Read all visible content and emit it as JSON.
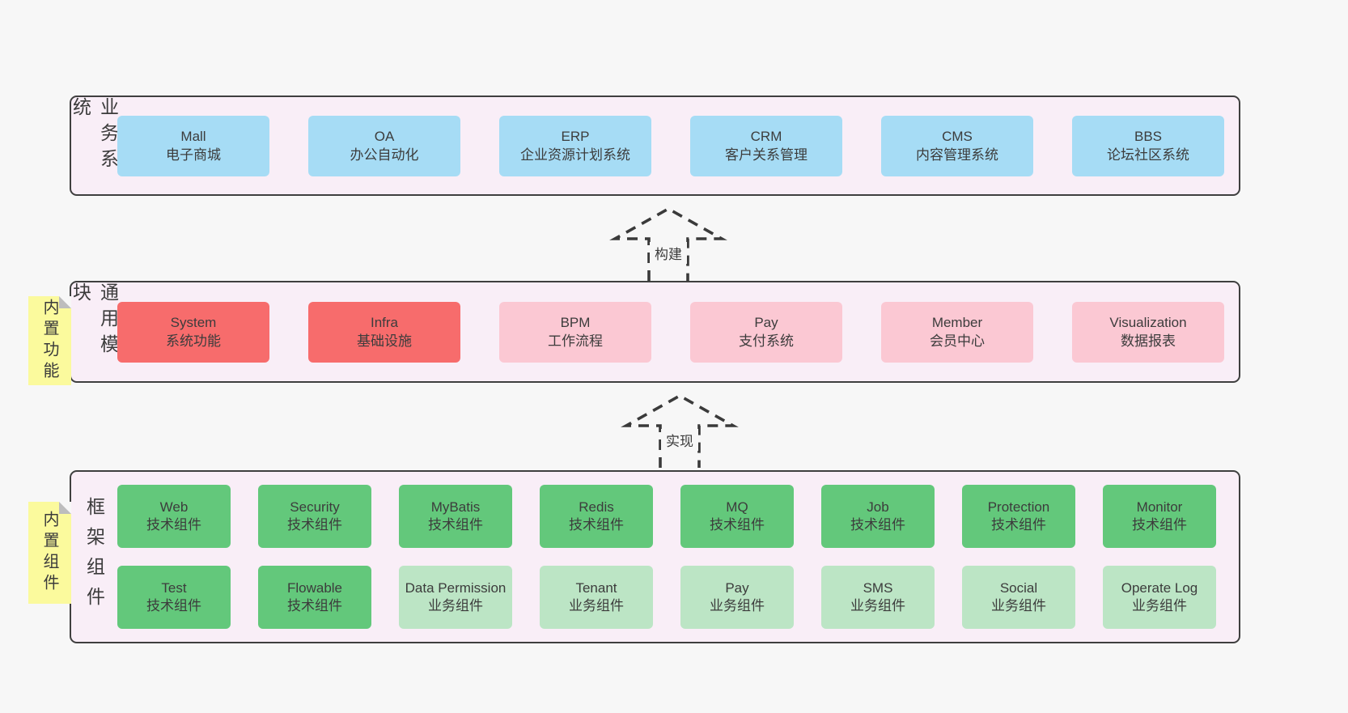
{
  "colors": {
    "page_bg": "#f7f7f7",
    "band_bg": "#f9eef7",
    "band_border": "#3f3f3f",
    "blue": "#a6dcf5",
    "red": "#f76c6c",
    "pink": "#fbc8d3",
    "green": "#63c87b",
    "lightgreen": "#bce5c5",
    "sticky_yellow": "#fbfa9d",
    "text": "#3b3b3b"
  },
  "arrows": [
    {
      "label": "构建"
    },
    {
      "label": "实现"
    }
  ],
  "bands": [
    {
      "side_label": "业务系统",
      "sticky": null,
      "rows": [
        [
          {
            "name": "Mall",
            "desc": "电子商城",
            "color": "blue"
          },
          {
            "name": "OA",
            "desc": "办公自动化",
            "color": "blue"
          },
          {
            "name": "ERP",
            "desc": "企业资源计划系统",
            "color": "blue"
          },
          {
            "name": "CRM",
            "desc": "客户关系管理",
            "color": "blue"
          },
          {
            "name": "CMS",
            "desc": "内容管理系统",
            "color": "blue"
          },
          {
            "name": "BBS",
            "desc": "论坛社区系统",
            "color": "blue"
          }
        ]
      ]
    },
    {
      "side_label": "通用模块",
      "sticky": "内置功能",
      "rows": [
        [
          {
            "name": "System",
            "desc": "系统功能",
            "color": "red"
          },
          {
            "name": "Infra",
            "desc": "基础设施",
            "color": "red"
          },
          {
            "name": "BPM",
            "desc": "工作流程",
            "color": "pink"
          },
          {
            "name": "Pay",
            "desc": "支付系统",
            "color": "pink"
          },
          {
            "name": "Member",
            "desc": "会员中心",
            "color": "pink"
          },
          {
            "name": "Visualization",
            "desc": "数据报表",
            "color": "pink"
          }
        ]
      ]
    },
    {
      "side_label": "框架组件",
      "sticky": "内置组件",
      "rows": [
        [
          {
            "name": "Web",
            "desc": "技术组件",
            "color": "green"
          },
          {
            "name": "Security",
            "desc": "技术组件",
            "color": "green"
          },
          {
            "name": "MyBatis",
            "desc": "技术组件",
            "color": "green"
          },
          {
            "name": "Redis",
            "desc": "技术组件",
            "color": "green"
          },
          {
            "name": "MQ",
            "desc": "技术组件",
            "color": "green"
          },
          {
            "name": "Job",
            "desc": "技术组件",
            "color": "green"
          },
          {
            "name": "Protection",
            "desc": "技术组件",
            "color": "green"
          },
          {
            "name": "Monitor",
            "desc": "技术组件",
            "color": "green"
          }
        ],
        [
          {
            "name": "Test",
            "desc": "技术组件",
            "color": "green"
          },
          {
            "name": "Flowable",
            "desc": "技术组件",
            "color": "green"
          },
          {
            "name": "Data Permission",
            "desc": "业务组件",
            "color": "lightgreen"
          },
          {
            "name": "Tenant",
            "desc": "业务组件",
            "color": "lightgreen"
          },
          {
            "name": "Pay",
            "desc": "业务组件",
            "color": "lightgreen"
          },
          {
            "name": "SMS",
            "desc": "业务组件",
            "color": "lightgreen"
          },
          {
            "name": "Social",
            "desc": "业务组件",
            "color": "lightgreen"
          },
          {
            "name": "Operate Log",
            "desc": "业务组件",
            "color": "lightgreen"
          }
        ]
      ]
    }
  ]
}
